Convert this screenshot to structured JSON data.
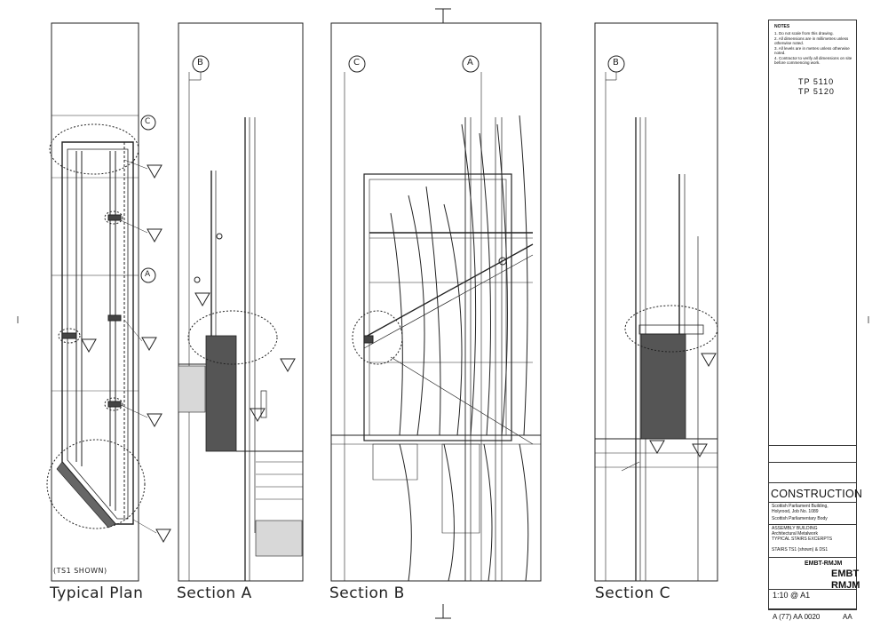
{
  "views": {
    "plan": "Typical Plan",
    "section_a": "Section A",
    "section_b": "Section B",
    "section_c": "Section C",
    "plan_note": "(TS1 SHOWN)"
  },
  "grid_labels": {
    "b": "B",
    "c": "C",
    "a": "A"
  },
  "title_block": {
    "notes_heading": "NOTES",
    "notes": [
      "1. Do not scale from this drawing.",
      "2. All dimensions are in millimetres unless otherwise noted.",
      "3. All levels are in metres unless otherwise noted.",
      "4. Contractor to verify all dimensions on site before commencing work."
    ],
    "refs": [
      "TP 5110",
      "TP 5120"
    ],
    "status": "CONSTRUCTION",
    "project_lines": [
      "Scottish Parliament Building,",
      "Holyrood, Job No. 1089"
    ],
    "client": "Scottish Parliamentary Body",
    "title_lines": [
      "ASSEMBLY BUILDING",
      "Architectural Metalwork",
      "TYPICAL STAIRS EXCERPTS"
    ],
    "subtitle": "STAIRS TS1 (shown) & DS1",
    "firm": "EMBT-RMJM",
    "logo_top": "EMBT",
    "logo_bottom": "RMJM",
    "scale": "1:10 @ A1",
    "drawing_number": "A (77) AA 0020",
    "revision": "AA"
  }
}
